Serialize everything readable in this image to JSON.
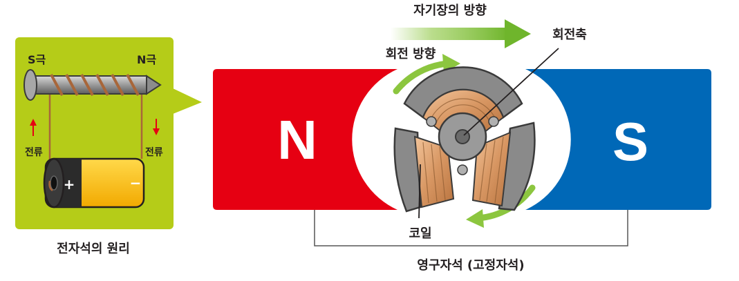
{
  "electromagnet": {
    "s_pole_label": "S극",
    "n_pole_label": "N극",
    "current_left": "전류",
    "current_right": "전류",
    "battery_plus": "+",
    "battery_minus": "−",
    "caption": "전자석의 원리"
  },
  "motor": {
    "magnet_n_label": "N",
    "magnet_s_label": "S",
    "field_direction_label": "자기장의 방향",
    "rotation_direction_label": "회전 방향",
    "axis_label": "회전축",
    "coil_label": "코일",
    "permanent_magnet_label": "영구자석 (고정자석)"
  },
  "colors": {
    "panel_green": "#b5cc18",
    "magnet_red": "#e60012",
    "magnet_blue": "#0068b7",
    "arrow_green": "#8cc63f",
    "copper": "#c98a55",
    "battery_yellow": "#ffc20e",
    "current_arrow": "#e60012"
  }
}
